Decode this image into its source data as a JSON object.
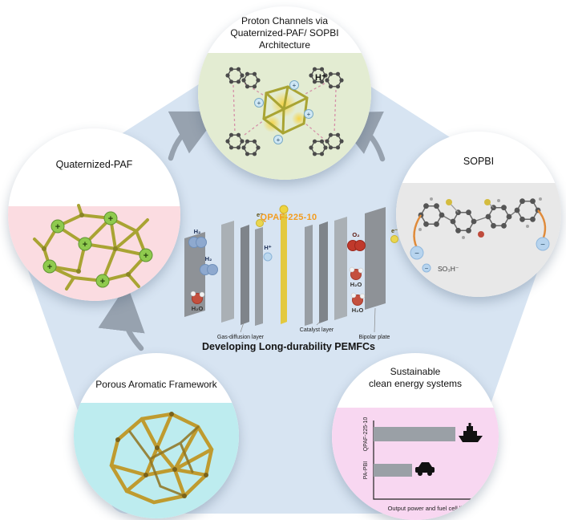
{
  "figure": {
    "background_pentagon_color": "#d7e4f2",
    "arrow_color": "#97a2af"
  },
  "top_circle": {
    "title": "Proton Channels via\nQuaternized-PAF/ SOPBI\nArchitecture",
    "h_plus_label": "H⁺",
    "fill_color": "#e3ecd2"
  },
  "left_circle": {
    "title": "Quaternized-PAF",
    "plus_label": "+",
    "fill_color": "#fbdce1"
  },
  "right_circle": {
    "title": "SOPBI",
    "minus_label": "−",
    "so3h_label": "SO₃H⁻",
    "fill_color": "#e8e8e8"
  },
  "bottom_left_circle": {
    "title": "Porous Aromatic Framework",
    "fill_color": "#bdecef"
  },
  "bottom_right_circle": {
    "title": "Sustainable\nclean energy systems",
    "fill_color": "#f8d7f1",
    "chart": {
      "type": "bar",
      "orientation": "horizontal",
      "categories": [
        "QPAF-225-10",
        "PA-PBI"
      ],
      "values": [
        0.65,
        0.28
      ],
      "xlabel": "Output power and fuel cell life",
      "bar_color": "#9aa0a6",
      "icons": [
        "ship-icon",
        "car-icon"
      ]
    }
  },
  "fuel_cell": {
    "membrane_label": "QPAF-225-10",
    "membrane_label_color": "#f39c1f",
    "layer_labels": [
      "Gas-diffusion layer",
      "Catalyst layer",
      "Bipolar plate"
    ],
    "caption": "Developing Long-durability PEMFCs",
    "molecules": {
      "h2": "H₂",
      "h2o": "H₂O",
      "o2": "O₂",
      "h_plus": "H⁺",
      "e_minus": "e⁻"
    }
  }
}
